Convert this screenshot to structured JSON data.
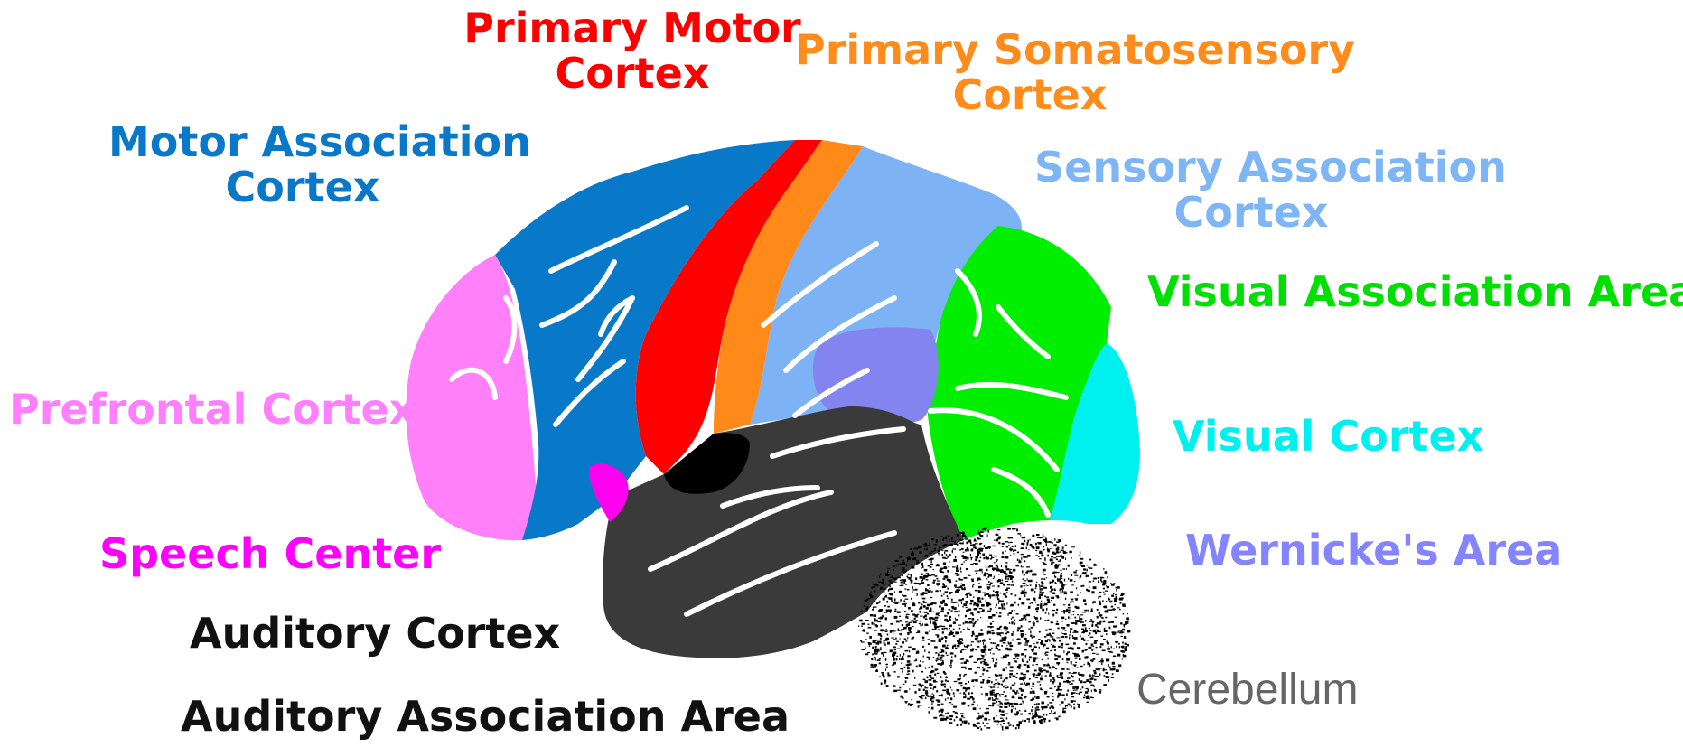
{
  "labels": {
    "primary_motor": {
      "lines": [
        "Primary Motor",
        "Cortex"
      ],
      "color": "#ff0000"
    },
    "primary_somatosensory": {
      "lines": [
        "Primary Somatosensory",
        "Cortex"
      ],
      "color": "#ff8c1a"
    },
    "motor_association": {
      "lines": [
        "Motor Association",
        "Cortex"
      ],
      "color": "#0a78c8"
    },
    "sensory_association": {
      "lines": [
        "Sensory Association",
        "Cortex"
      ],
      "color": "#7eb6f5"
    },
    "visual_association": {
      "text": "Visual Association Area",
      "color": "#00e000"
    },
    "prefrontal": {
      "text": "Prefrontal Cortex",
      "color": "#ff80ff"
    },
    "visual_cortex": {
      "text": "Visual Cortex",
      "color": "#00f0f0"
    },
    "speech_center": {
      "text": "Speech Center",
      "color": "#ff00ff"
    },
    "wernicke": {
      "text": "Wernicke's Area",
      "color": "#8484ff"
    },
    "auditory_cortex": {
      "text": "Auditory Cortex",
      "color": "#111111"
    },
    "auditory_association": {
      "text": "Auditory Association Area",
      "color": "#111111"
    },
    "cerebellum": {
      "text": "Cerebellum",
      "color": "#666666"
    }
  },
  "regions": {
    "prefrontal": "#ff80f8",
    "motor_association": "#0878c8",
    "primary_motor": "#ff0000",
    "primary_somatosensory": "#ff8a1a",
    "sensory_association": "#7db3f5",
    "visual_association": "#00ee00",
    "visual_cortex": "#00f0f0",
    "wernicke": "#8484f0",
    "speech_center": "#ff00ee",
    "auditory_cortex": "#000000",
    "auditory_association": "#3a3a3a",
    "cerebellum": "#000000"
  }
}
